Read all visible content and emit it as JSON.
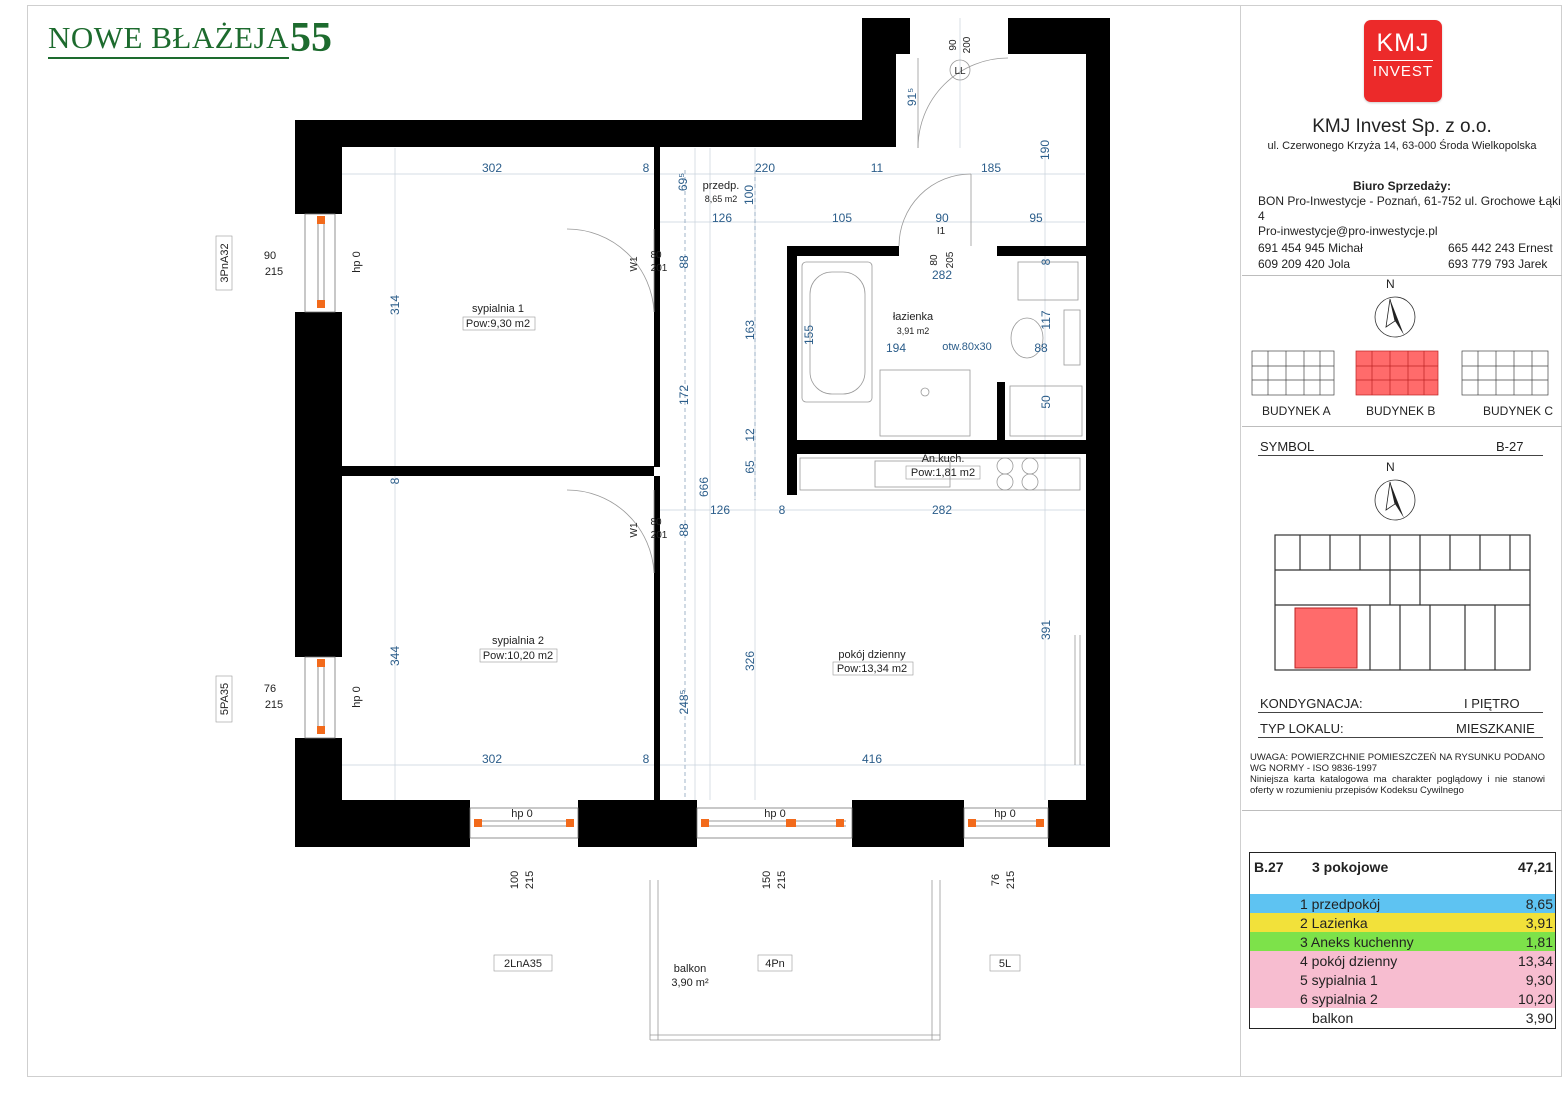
{
  "brand": {
    "name": "NOWE BŁAŻEJA",
    "number": "55"
  },
  "logo": {
    "line1": "KMJ",
    "line2": "INVEST"
  },
  "company": {
    "name": "KMJ Invest Sp. z o.o.",
    "address": "ul. Czerwonego Krzyża 14, 63-000 Środa Wielkopolska",
    "office_heading": "Biuro Sprzedaży:",
    "office_line1": "BON Pro-Inwestycje - Poznań, 61-752 ul. Grochowe Łąki 4",
    "office_line2": "Pro-inwestycje@pro-inwestycje.pl",
    "phones_left": [
      "691 454 945 Michał",
      "609 209 420 Jola"
    ],
    "phones_right": [
      "665 442 243 Ernest",
      "693 779 793 Jarek"
    ]
  },
  "buildings": [
    "BUDYNEK A",
    "BUDYNEK B",
    "BUDYNEK C"
  ],
  "compass": "N",
  "symbol": {
    "label": "SYMBOL",
    "value": "B-27"
  },
  "kondygnacja": {
    "label": "KONDYGNACJA:",
    "value": "I PIĘTRO"
  },
  "typ": {
    "label": "TYP LOKALU:",
    "value": "MIESZKANIE"
  },
  "uwaga": {
    "line1": "UWAGA: POWIERZCHNIE POMIESZCZEŃ NA RYSUNKU PODANO WG NORMY - ISO 9836-1997",
    "line2": "Niniejsza karta katalogowa ma charakter poglądowy i nie stanowi oferty w rozumieniu przepisów Kodeksu Cywilnego"
  },
  "table": {
    "header": {
      "code": "B.27",
      "type": "3 pokojowe",
      "total": "47,21"
    },
    "rows": [
      {
        "label": "1 przedpokój",
        "value": "8,65",
        "color": "#5ec3f2"
      },
      {
        "label": "2 Lazienka",
        "value": "3,91",
        "color": "#f2e13a"
      },
      {
        "label": "3 Aneks kuchenny",
        "value": "1,81",
        "color": "#7de24a"
      },
      {
        "label": "4 pokój dzienny",
        "value": "13,34",
        "color": "#f7bdd0"
      },
      {
        "label": "5 sypialnia 1",
        "value": "9,30",
        "color": "#f7bdd0"
      },
      {
        "label": "6 sypialnia 2",
        "value": "10,20",
        "color": "#f7bdd0"
      },
      {
        "label": "balkon",
        "value": "3,90",
        "color": "#ffffff"
      }
    ]
  },
  "rooms": {
    "bedroom1": {
      "name": "sypialnia 1",
      "area": "Pow:9,30 m2"
    },
    "bedroom2": {
      "name": "sypialnia 2",
      "area": "Pow:10,20 m2"
    },
    "hall": {
      "name": "przedp.",
      "area": "8,65 m2"
    },
    "bath": {
      "name": "łazienka",
      "area": "3,91 m2",
      "note": "otw.80x30"
    },
    "kitchen": {
      "name": "An.kuch.",
      "area": "Pow:1,81 m2"
    },
    "living": {
      "name": "pokój dzienny",
      "area": "Pow:13,34 m2"
    },
    "balcony": {
      "name": "balkon",
      "area": "3,90 m²"
    }
  },
  "windows": {
    "w_left1": {
      "code": "3PnA32",
      "w": "90",
      "h": "215"
    },
    "w_left2": {
      "code": "5PA35",
      "w": "76",
      "h": "215"
    },
    "w_b1": {
      "code": "2LnA35",
      "w": "100",
      "h": "215"
    },
    "w_b2": {
      "code": "4Pn",
      "w": "150",
      "h": "215"
    },
    "w_b3": {
      "code": "5L",
      "w": "76",
      "h": "215"
    },
    "hp": "hp 0"
  },
  "doors": {
    "entrance": "LL",
    "entrance_w": "90",
    "entrance_h": "200",
    "w1": "W1",
    "w1_w": "80",
    "w1_h": "201",
    "d1": "I1",
    "bath_w": "80",
    "bath_h": "205"
  },
  "dims": {
    "d302a": "302",
    "d8a": "8",
    "d220": "220",
    "d11": "11",
    "d185": "185",
    "d190": "190",
    "d695": "69⁵",
    "d100": "100",
    "d126a": "126",
    "d105": "105",
    "d90": "90",
    "d95": "95",
    "d88a": "88",
    "d314": "314",
    "d163": "163",
    "d282a": "282",
    "d155": "155",
    "d194": "194",
    "d117": "117",
    "d88b": "88",
    "d8b": "8",
    "d172": "172",
    "d50": "50",
    "d12": "12",
    "d65": "65",
    "d666": "666",
    "d8c": "8",
    "d126b": "126",
    "d8d": "8",
    "d282b": "282",
    "d88c": "88",
    "d344": "344",
    "d326": "326",
    "d391": "391",
    "d2485": "248⁵",
    "d302b": "302",
    "d8e": "8",
    "d416": "416",
    "d915": "91⁵"
  }
}
